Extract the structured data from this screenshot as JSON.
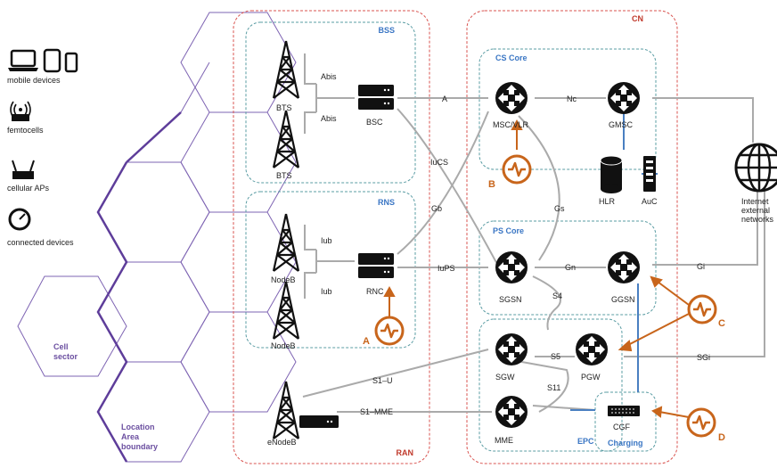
{
  "devices": [
    {
      "label": "mobile devices"
    },
    {
      "label": "femtocells"
    },
    {
      "label": "cellular APs"
    },
    {
      "label": "connected devices"
    }
  ],
  "areas": {
    "ran": "RAN",
    "cn": "CN",
    "bss": "BSS",
    "rns": "RNS",
    "cs_core": "CS Core",
    "ps_core": "PS Core",
    "epc": "EPC",
    "charging": "Charging"
  },
  "cell_sector": "Cell\nsector",
  "location_area": "Location\nArea\nboundary",
  "nodes": {
    "bts1": "BTS",
    "bts2": "BTS",
    "bsc": "BSC",
    "nodeb1": "NodeB",
    "nodeb2": "NodeB",
    "rnc": "RNC",
    "enodeb": "eNodeB",
    "msc": "MSC/VLR",
    "gmsc": "GMSC",
    "hlr": "HLR",
    "auc": "AuC",
    "sgsn": "SGSN",
    "ggsn": "GGSN",
    "sgw": "SGW",
    "pgw": "PGW",
    "mme": "MME",
    "cgf": "CGF",
    "internet": "Internet\nexternal\nnetworks"
  },
  "links": {
    "abis1": "Abis",
    "abis2": "Abis",
    "iub1": "Iub",
    "iub2": "Iub",
    "a": "A",
    "nc": "Nc",
    "iucs": "IuCS",
    "gb": "Gb",
    "gs": "Gs",
    "iups": "IuPS",
    "gn": "Gn",
    "gi": "Gi",
    "s4": "S4",
    "s5": "S5",
    "s11": "S11",
    "s1u": "S1–U",
    "s1mme": "S1–MME",
    "sgi": "SGi"
  },
  "probes": {
    "a": "A",
    "b": "B",
    "c": "C",
    "d": "D"
  },
  "colors": {
    "probe": "#c8651b",
    "area_red": "#d9534f",
    "area_teal": "#5a9ca3",
    "area_title_blue": "#3a76c4",
    "cn_title": "#c0392b",
    "hex_purple": "#6b4fa0",
    "blue_link": "#4a7fc1"
  }
}
